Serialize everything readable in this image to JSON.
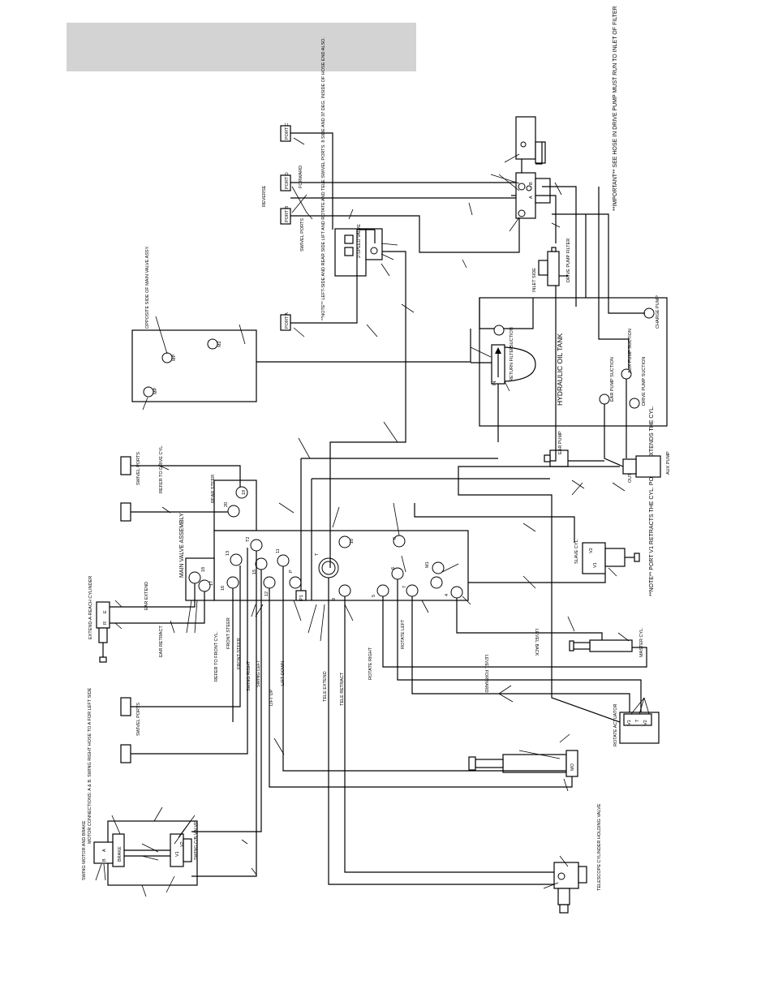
{
  "header": {
    "title": ""
  },
  "labels": {
    "hydraulic_oil_tank": "HYDRAULIC OIL TANK",
    "return_filter": "RETURN FILTER",
    "suction": "SUCTION",
    "main_valve_assembly": "MAIN VALVE ASSEMBLY",
    "rear_steer": "REAR STEER",
    "swivel_ports": "SWIVEL PORTS",
    "refer_drive_cyl": "REFER TO DRIVE CYL.",
    "refer_front_cyl": "REFER TO FRONT CYL.",
    "ear_extend": "EAR EXTEND",
    "ear_retract": "EAR RETRACT",
    "front_steer_1": "FRONT STEER",
    "front_steer_2": "FRONT STEER",
    "swing_right": "SWING RIGHT",
    "swing_left": "SWING LEFT",
    "lift_up": "LIFT UP",
    "lift_down": "LIFT DOWN",
    "tele_extend": "TELE EXTEND",
    "tele_retract": "TELE RETRACT",
    "rotate_right": "ROTATE RIGHT",
    "rotate_left": "ROTATE LEFT",
    "level_back": "LEVEL BACK",
    "level_forward": "LEVEL FORWARD",
    "extend_a_reach_cyl": "EXTEND-A-REACH CYLINDER",
    "master_cyl": "MASTER CYL.",
    "slave_cyl": "SLAVE CYL.",
    "rotate_actuator": "ROTATE ACTUATOR",
    "telescope_holding_valve": "TELESCOPE CYLINDER HOLDING VALVE",
    "swing_motor_brake": "SWING MOTOR AND BRAKE",
    "swing_cyl_valve": "SWING C/B VALVE",
    "brake": "BRAKE",
    "ear_pump": "EAR PUMP",
    "aux_pump": "AUX PUMP",
    "drive_pump_filter": "DRIVE PUMP FILTER",
    "inlet_side": "INLET SIDE",
    "charge_pump": "CHARGE PUMP",
    "aux_pump_suction": "AUX PUMP SUCTION",
    "ear_pump_suction": "EAR PUMP SUCTION",
    "drain_pump_suction": "DRIVE PUMP SUCTION",
    "two_speed_valve": "2-SPEED VALVE",
    "reverse": "REVERSE",
    "forward": "FORWARD",
    "port_a": "PORT A",
    "port_b": "PORT B",
    "port_c": "PORT C",
    "port_d": "PORT D",
    "opposite_side": "OPPOSITE SIDE OF MAIN VALVE ASSY.",
    "note_important": "**IMPORTANT** SEE HOSE IN DRIVE PUMP MUST RUN TO INLET OF FILTER",
    "note_swivel": "**NOTE** LEFT-SIDE AND REAR SIDE LIFT AND ROTATE AND TELE SWIVEL PORTS. 8 SIDE AND 37 DEG. INSIDE OF HOSE END ALSO.",
    "note_slave": "**NOTE** PORT V1 RETRACTS THE CYL. PORT V2 EXTENDS THE CYL.",
    "note_motor": "MOTOR CONNECTIONS: A & B. SWING RIGHT HOSE TO A FOR LEFT SIDE",
    "mp": "MP",
    "m2": "M2",
    "m1": "M1",
    "p1": "P1",
    "p": "P",
    "t": "T",
    "t2": "T2",
    "a": "A",
    "b": "B",
    "c": "C",
    "r": "R",
    "v1": "V1",
    "v2": "V2",
    "in": "IN",
    "out": "OUT",
    "e": "E",
    "mo": "MO"
  },
  "ports": [
    "1",
    "2",
    "3",
    "4",
    "5",
    "6",
    "7",
    "8",
    "9",
    "10",
    "11",
    "12",
    "13",
    "14",
    "15",
    "16",
    "17",
    "18",
    "19",
    "20"
  ]
}
